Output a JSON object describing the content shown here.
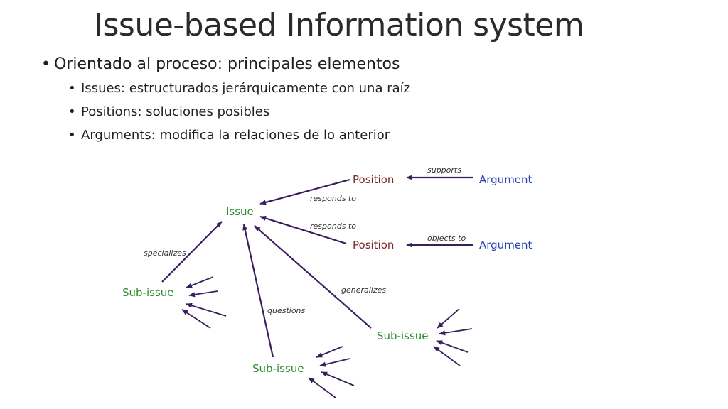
{
  "slide": {
    "title": "Issue-based Information system",
    "bullets": [
      {
        "text": "Orientado al proceso: principales elementos"
      },
      {
        "text": "Issues: estructurados jerárquicamente con una raíz"
      },
      {
        "text": "Positions: soluciones posibles"
      },
      {
        "text": "Arguments: modifica la relaciones de lo anterior"
      }
    ]
  },
  "diagram": {
    "nodes": {
      "issue": "Issue",
      "position_top": "Position",
      "position_bottom": "Position",
      "argument_top": "Argument",
      "argument_bottom": "Argument",
      "subissue_left": "Sub-issue",
      "subissue_bottom": "Sub-issue",
      "subissue_right": "Sub-issue"
    },
    "edges": {
      "supports": "supports",
      "objects_to": "objects to",
      "responds_to_top": "responds to",
      "responds_to_bottom": "responds to",
      "specializes": "specializes",
      "questions": "questions",
      "generalizes": "generalizes"
    },
    "colors": {
      "issue": "#2e8b2e",
      "position": "#7a2a2a",
      "argument": "#2a3fb0",
      "arrow": "#3a1f5c"
    }
  }
}
